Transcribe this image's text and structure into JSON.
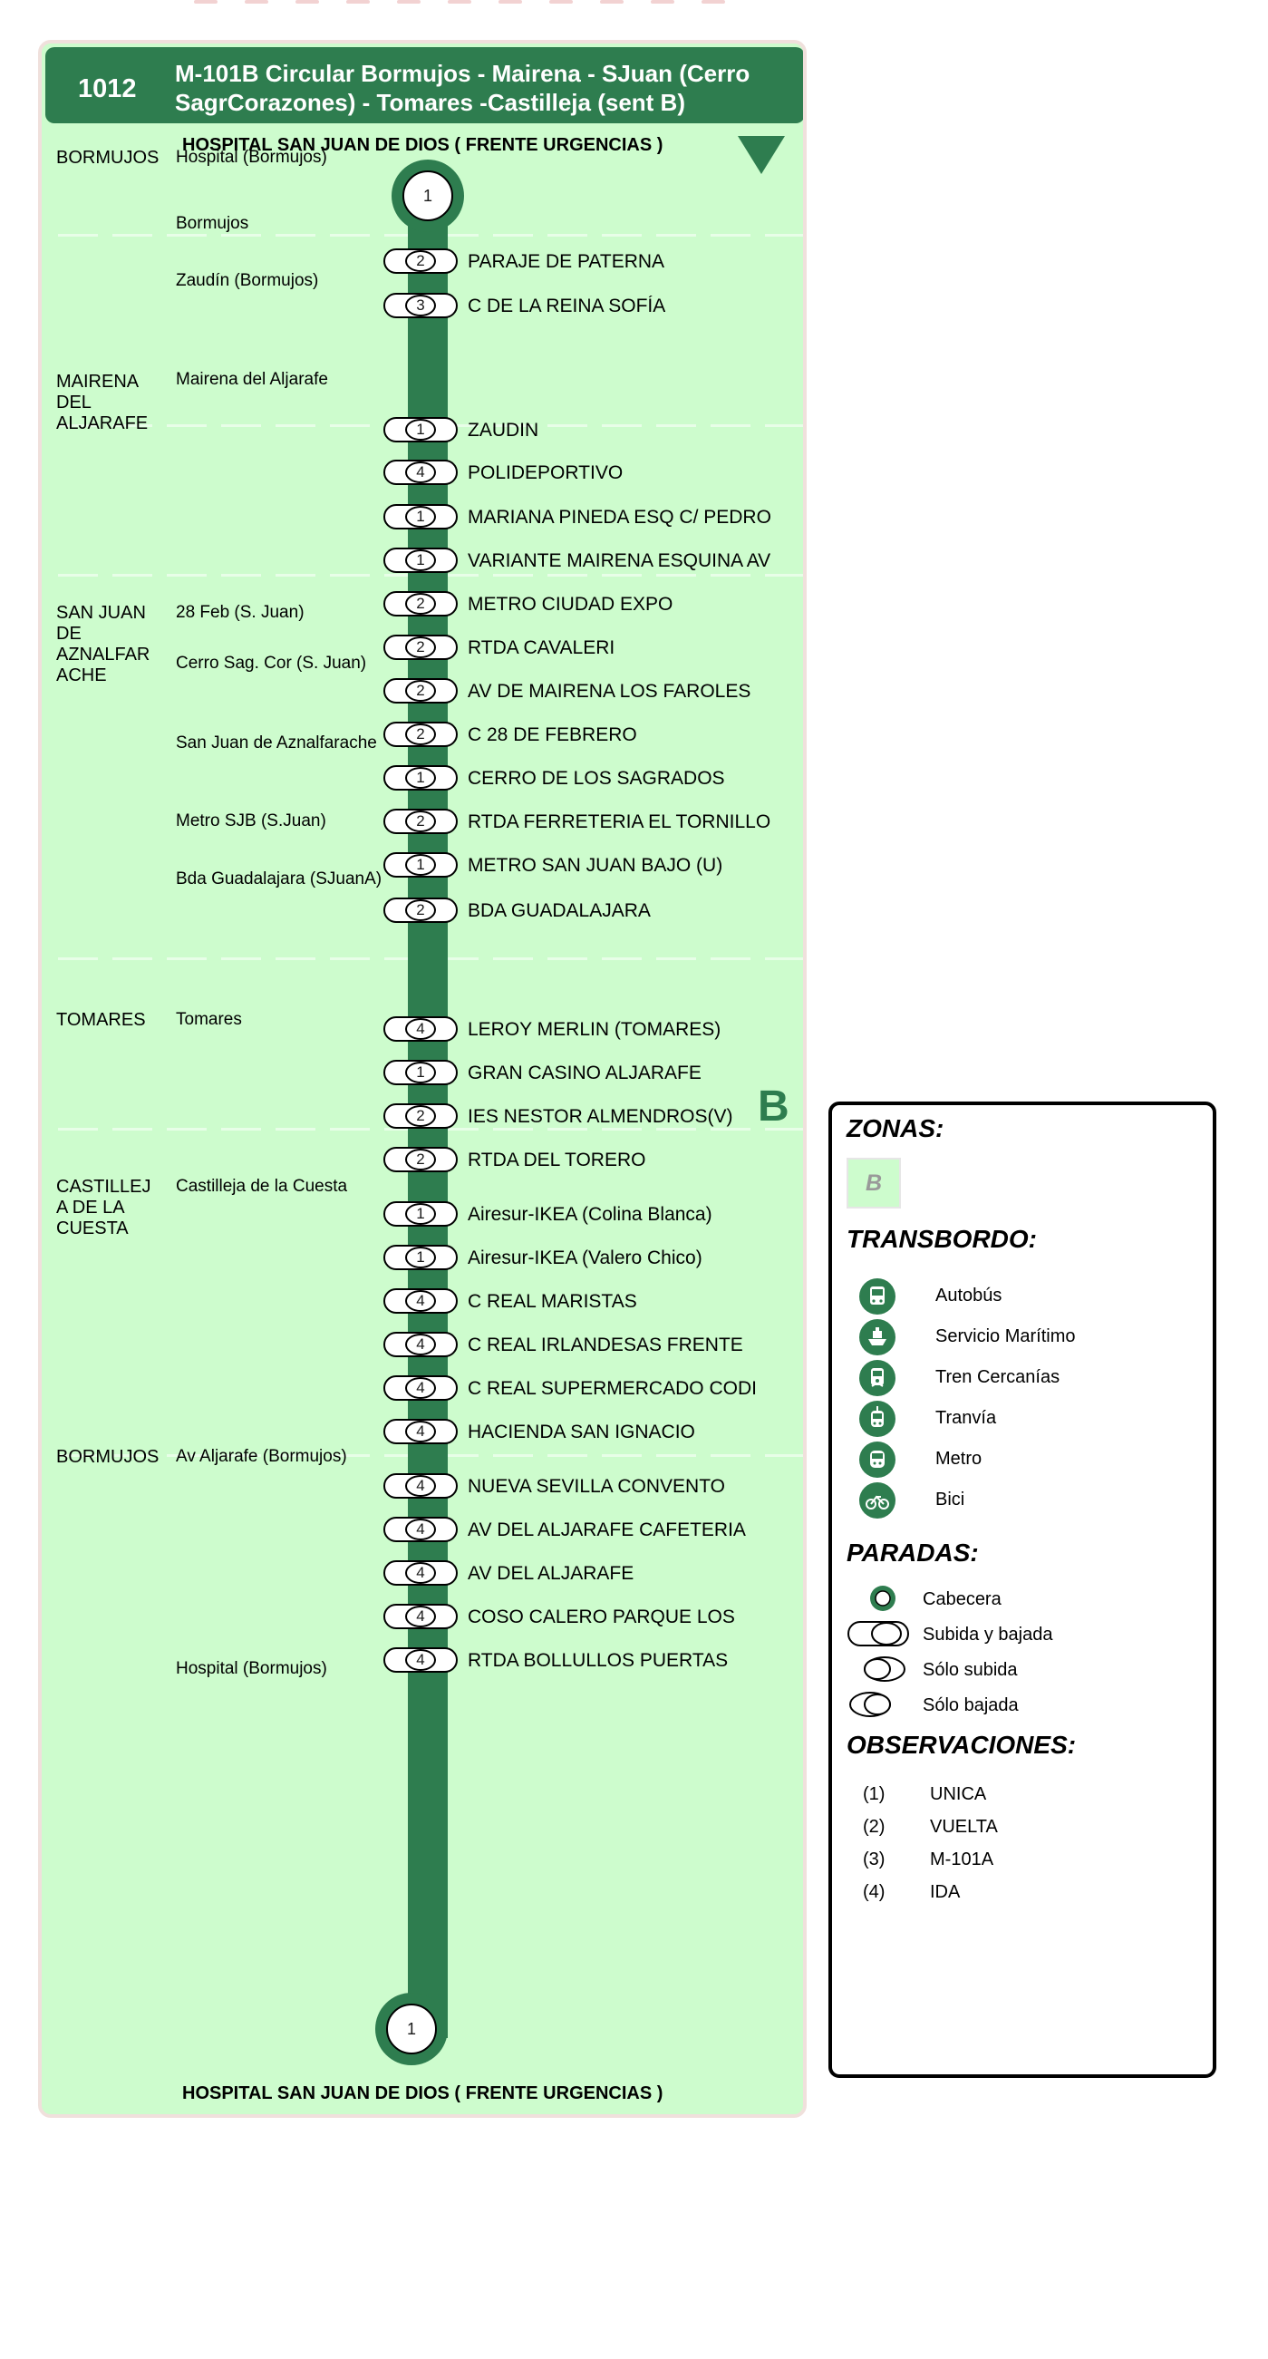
{
  "route": {
    "number": "1012",
    "name_line1": "M-101B Circular Bormujos - Mairena - SJuan (Cerro",
    "name_line2": "SagrCorazones) - Tomares -Castilleja (sent B)"
  },
  "terminals": {
    "origin": "HOSPITAL SAN JUAN DE DIOS ( FRENTE URGENCIAS )",
    "destination": "HOSPITAL SAN JUAN DE DIOS ( FRENTE URGENCIAS )",
    "origin_code": "1",
    "destination_code": "1"
  },
  "municipalities": [
    {
      "name": "BORMUJOS"
    },
    {
      "name": "MAIRENA DEL ALJARAFE"
    },
    {
      "name": "SAN JUAN DE AZNALFAR ACHE"
    },
    {
      "name": "TOMARES"
    },
    {
      "name": "CASTILLEJ A DE LA CUESTA"
    },
    {
      "name": "BORMUJOS"
    }
  ],
  "localities": [
    {
      "name": "Hospital (Bormujos)"
    },
    {
      "name": "Bormujos"
    },
    {
      "name": "Zaudín (Bormujos)"
    },
    {
      "name": "Mairena del Aljarafe"
    },
    {
      "name": "28 Feb (S. Juan)"
    },
    {
      "name": "Cerro Sag. Cor (S. Juan)"
    },
    {
      "name": "San Juan de Aznalfarache"
    },
    {
      "name": "Metro SJB (S.Juan)"
    },
    {
      "name": "Bda Guadalajara (SJuanA)"
    },
    {
      "name": "Tomares"
    },
    {
      "name": "Castilleja de la Cuesta"
    },
    {
      "name": "Av Aljarafe (Bormujos)"
    },
    {
      "name": "Hospital (Bormujos)"
    }
  ],
  "stops": [
    {
      "code": "2",
      "name": "PARAJE DE PATERNA"
    },
    {
      "code": "3",
      "name": "C DE LA REINA SOFÍA"
    },
    {
      "code": "1",
      "name": "ZAUDIN"
    },
    {
      "code": "4",
      "name": "POLIDEPORTIVO"
    },
    {
      "code": "1",
      "name": "MARIANA PINEDA ESQ C/ PEDRO"
    },
    {
      "code": "1",
      "name": "VARIANTE MAIRENA ESQUINA AV"
    },
    {
      "code": "2",
      "name": "METRO CIUDAD EXPO"
    },
    {
      "code": "2",
      "name": "RTDA CAVALERI"
    },
    {
      "code": "2",
      "name": "AV DE MAIRENA LOS FAROLES"
    },
    {
      "code": "2",
      "name": "C 28 DE FEBRERO"
    },
    {
      "code": "1",
      "name": "CERRO DE LOS SAGRADOS"
    },
    {
      "code": "2",
      "name": "RTDA FERRETERIA EL TORNILLO"
    },
    {
      "code": "1",
      "name": "METRO SAN JUAN BAJO (U)"
    },
    {
      "code": "2",
      "name": "BDA GUADALAJARA"
    },
    {
      "code": "4",
      "name": "LEROY MERLIN (TOMARES)"
    },
    {
      "code": "1",
      "name": "GRAN CASINO ALJARAFE"
    },
    {
      "code": "2",
      "name": "IES  NESTOR ALMENDROS(V)"
    },
    {
      "code": "2",
      "name": "RTDA  DEL TORERO"
    },
    {
      "code": "1",
      "name": "Airesur-IKEA (Colina Blanca)"
    },
    {
      "code": "1",
      "name": "Airesur-IKEA (Valero Chico)"
    },
    {
      "code": "4",
      "name": "C REAL MARISTAS"
    },
    {
      "code": "4",
      "name": "C REAL IRLANDESAS FRENTE"
    },
    {
      "code": "4",
      "name": "C REAL SUPERMERCADO CODI"
    },
    {
      "code": "4",
      "name": "HACIENDA SAN IGNACIO"
    },
    {
      "code": "4",
      "name": "NUEVA SEVILLA CONVENTO"
    },
    {
      "code": "4",
      "name": "AV DEL ALJARAFE CAFETERIA"
    },
    {
      "code": "4",
      "name": "AV DEL ALJARAFE"
    },
    {
      "code": "4",
      "name": "COSO CALERO PARQUE LOS"
    },
    {
      "code": "4",
      "name": "RTDA BOLLULLOS PUERTAS"
    }
  ],
  "zone_marker": "B",
  "legend": {
    "zones_heading": "ZONAS:",
    "zone_value": "B",
    "transfer_heading": "TRANSBORDO:",
    "transfers": [
      {
        "label": "Autobús",
        "icon": "bus-icon"
      },
      {
        "label": "Servicio Marítimo",
        "icon": "ship-icon"
      },
      {
        "label": "Tren Cercanías",
        "icon": "train-icon"
      },
      {
        "label": "Tranvía",
        "icon": "tram-icon"
      },
      {
        "label": "Metro",
        "icon": "metro-icon"
      },
      {
        "label": "Bici",
        "icon": "bike-icon"
      }
    ],
    "stops_heading": "PARADAS:",
    "stop_types": [
      {
        "label": "Cabecera"
      },
      {
        "label": "Subida y bajada"
      },
      {
        "label": "Sólo subida"
      },
      {
        "label": "Sólo bajada"
      }
    ],
    "observations_heading": "OBSERVACIONES:",
    "observations": [
      {
        "code": "(1)",
        "text": "UNICA"
      },
      {
        "code": "(2)",
        "text": "VUELTA"
      },
      {
        "code": "(3)",
        "text": "M-101A"
      },
      {
        "code": "(4)",
        "text": "IDA"
      }
    ]
  },
  "colors": {
    "route_green": "#2e7d4f",
    "panel_green": "#cdfccd"
  }
}
